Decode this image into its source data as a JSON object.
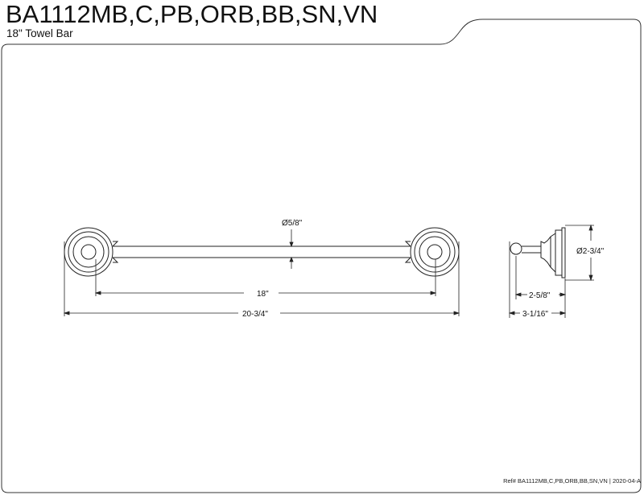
{
  "header": {
    "title": "BA1112MB,C,PB,ORB,BB,SN,VN",
    "subtitle": "18\" Towel Bar"
  },
  "dimensions": {
    "bar_diameter": "Ø5/8\"",
    "bar_length": "18\"",
    "overall_length": "20-3/4\"",
    "flange_diameter": "Ø2-3/4\"",
    "bar_projection": "2-5/8\"",
    "total_projection": "3-1/16\""
  },
  "footer": {
    "ref": "Ref# BA1112MB,C,PB,ORB,BB,SN,VN | 2020-04-A"
  }
}
